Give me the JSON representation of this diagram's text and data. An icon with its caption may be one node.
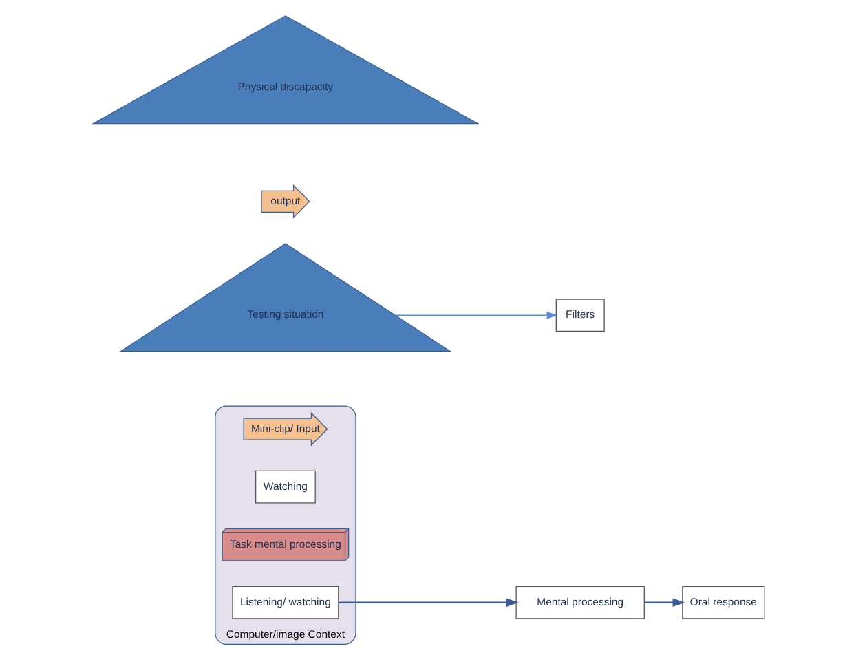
{
  "diagram": {
    "nodes": [
      {
        "text": [
          "Computer/image Context"
        ]
      },
      {
        "text": [
          "Mini-clip/ Input"
        ],
        "in": 0
      },
      {
        "text": [
          "Watching"
        ],
        "in": 0
      },
      {
        "text": [
          "Task mental processing"
        ],
        "in": 0
      },
      {
        "text": [
          "Listening/ watching"
        ],
        "in": 0
      },
      {
        "text": [
          "Mental processing"
        ]
      },
      {
        "text": [
          "Filters"
        ]
      },
      {
        "text": [
          "output"
        ]
      },
      {
        "text": [
          "Oral response"
        ]
      },
      {
        "text": [
          "Physical discapacity"
        ]
      },
      {
        "text": [
          "Testing situation"
        ]
      }
    ],
    "edges": [
      {
        "from": 4,
        "to": 5,
        "arrow": "to"
      },
      {
        "from": 5,
        "to": 8,
        "arrow": "to"
      },
      {
        "from": 10,
        "to": 6,
        "arrow": "to",
        "color": "#5b8bd0"
      }
    ]
  }
}
